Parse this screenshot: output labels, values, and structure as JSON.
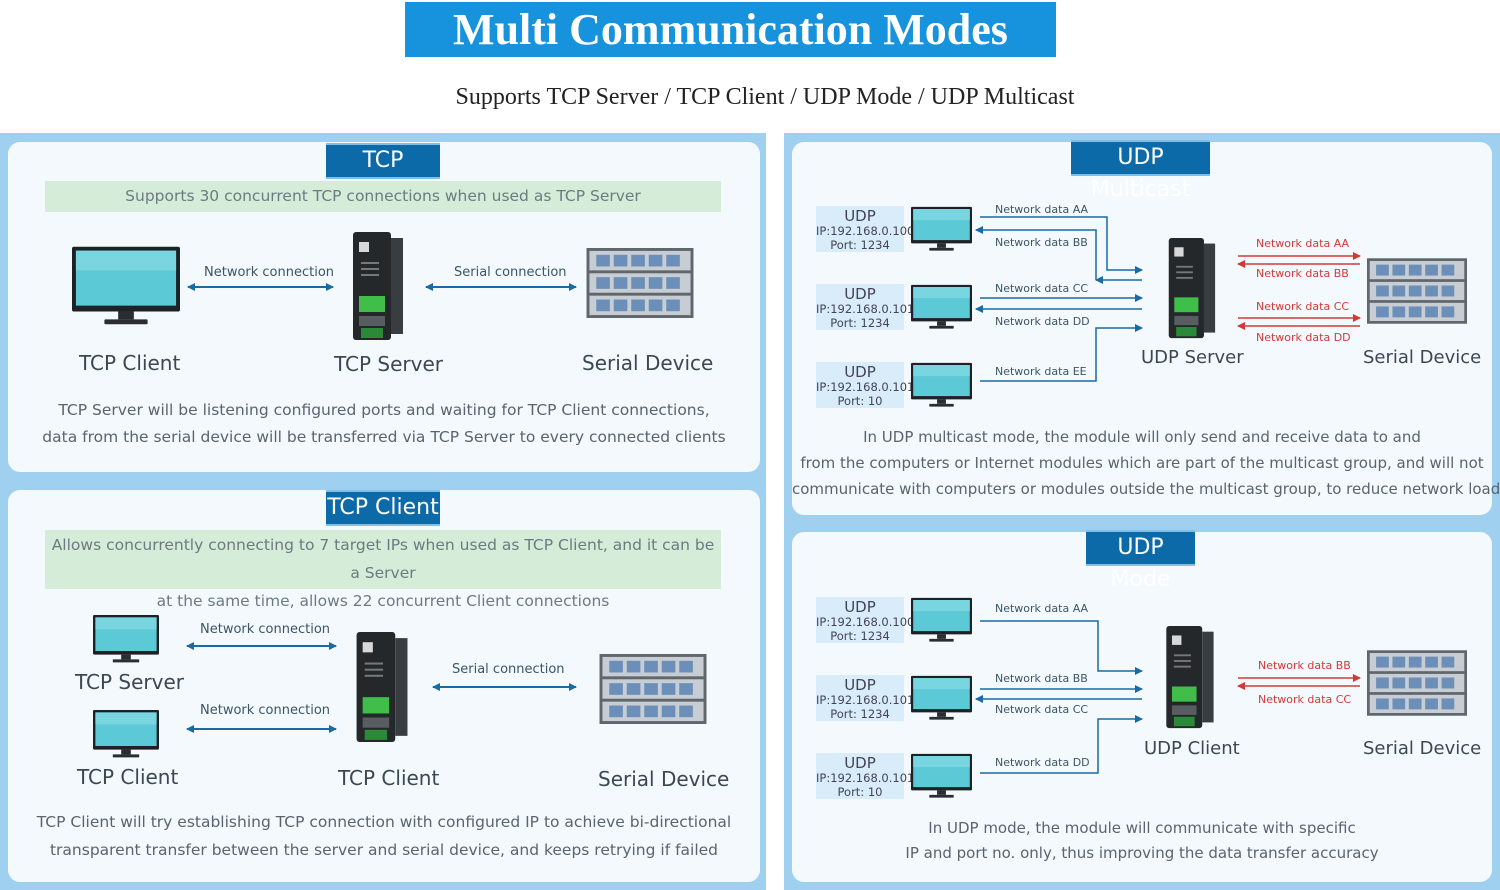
{
  "header": {
    "title": "Multi Communication Modes",
    "subtitle": "Supports TCP Server / TCP Client / UDP Mode / UDP Multicast"
  },
  "colors": {
    "title_bg": "#1792dc",
    "panel_title_bg": "#0d6aa8",
    "green_bar": "#d4ecd8",
    "column_bg": "#9fd0f0",
    "arrow_blue": "#1a6aa3",
    "arrow_red": "#d23a3a"
  },
  "tcp_server": {
    "title": "TCP Server",
    "note": "Supports 30 concurrent TCP connections when used as TCP Server",
    "client_label": "TCP Client",
    "server_label": "TCP Server",
    "device_label": "Serial Device",
    "network_conn": "Network connection",
    "serial_conn": "Serial connection",
    "desc_line1": "TCP Server will be listening configured ports and waiting for TCP Client connections,",
    "desc_line2": "data from the serial device will be transferred via TCP Server to every connected clients"
  },
  "tcp_client": {
    "title": "TCP Client",
    "note_line1": "Allows concurrently connecting to 7 target IPs when used as TCP Client, and it can be a Server",
    "note_line2": "at the same time, allows 22 concurrent Client connections",
    "server_label": "TCP Server",
    "client_label": "TCP Client",
    "module_label": "TCP Client",
    "device_label": "Serial Device",
    "network_conn_1": "Network connection",
    "network_conn_2": "Network connection",
    "serial_conn": "Serial connection",
    "desc_line1": "TCP Client will try establishing TCP connection with configured IP to achieve bi-directional",
    "desc_line2": "transparent transfer between the server and serial device, and keeps retrying if failed"
  },
  "udp_multicast": {
    "title": "UDP Multicast",
    "hosts": [
      {
        "proto": "UDP",
        "ip": "IP:192.168.0.100",
        "port": "Port:  1234"
      },
      {
        "proto": "UDP",
        "ip": "IP:192.168.0.101",
        "port": "Port:  1234"
      },
      {
        "proto": "UDP",
        "ip": "IP:192.168.0.101",
        "port": "Port:  10"
      }
    ],
    "net_data": [
      "Network data AA",
      "Network data BB",
      "Network data CC",
      "Network data DD",
      "Network data EE"
    ],
    "serial_data": [
      "Network data AA",
      "Network data BB",
      "Network data CC",
      "Network data DD"
    ],
    "module_label": "UDP Server",
    "device_label": "Serial Device",
    "desc_line1": "In UDP multicast mode, the module will only send and receive data to and",
    "desc_line2": "from the computers or Internet modules which are part of the multicast group, and will not",
    "desc_line3": "communicate with computers or modules outside the multicast group, to reduce network load"
  },
  "udp_mode": {
    "title": "UDP Mode",
    "hosts": [
      {
        "proto": "UDP",
        "ip": "IP:192.168.0.100",
        "port": "Port:  1234"
      },
      {
        "proto": "UDP",
        "ip": "IP:192.168.0.101",
        "port": "Port:  1234"
      },
      {
        "proto": "UDP",
        "ip": "IP:192.168.0.101",
        "port": "Port:  10"
      }
    ],
    "net_data": [
      "Network data AA",
      "Network data BB",
      "Network data CC",
      "Network data DD"
    ],
    "serial_data": [
      "Network data BB",
      "Network data CC"
    ],
    "module_label": "UDP Client",
    "device_label": "Serial Device",
    "desc_line1": "In UDP mode, the module will communicate with specific",
    "desc_line2": "IP and port no. only, thus improving the data transfer accuracy"
  },
  "icons": [
    "monitor-icon",
    "gateway-module-icon",
    "server-rack-icon"
  ]
}
